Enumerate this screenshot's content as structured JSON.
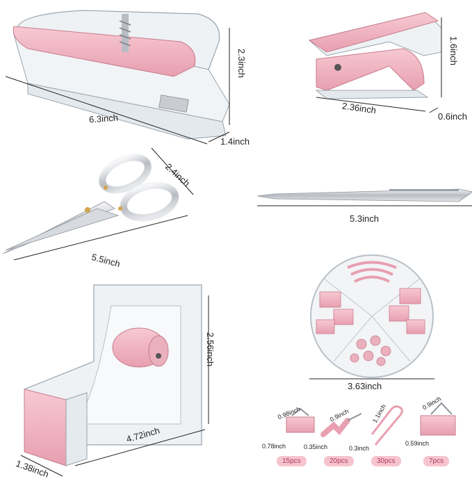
{
  "colors": {
    "pink": "#f3b8c4",
    "pink_dark": "#e59aaa",
    "acrylic": "#e9eef2",
    "silver": "#c9ccd1",
    "badge_bg": "#f6c4cf",
    "badge_text": "#b03a55"
  },
  "items": {
    "stapler": {
      "length": "6.3inch",
      "width": "1.4inch",
      "height": "2.3inch"
    },
    "remover": {
      "length": "2.36inch",
      "width": "0.6inch",
      "height": "1.6inch"
    },
    "scissors": {
      "length": "5.5inch",
      "width": "2.4inch"
    },
    "pen": {
      "length": "5.3inch"
    },
    "tape_dispenser": {
      "length": "4.72inch",
      "width": "1.38inch",
      "height": "2.56inch"
    },
    "organizer": {
      "diameter": "3.63inch"
    },
    "small_items": [
      {
        "name": "binder clip",
        "dim1": "0.98inch",
        "dim2": "0.78inch",
        "count": "15pcs"
      },
      {
        "name": "push pin",
        "dim1": "0.9inch",
        "dim2": "0.35inch",
        "count": "20pcs"
      },
      {
        "name": "paper clip",
        "dim1": "1.1inch",
        "dim2": "0.3inch",
        "count": "30pcs"
      },
      {
        "name": "large binder clip",
        "dim1": "0.9inch",
        "dim2": "0.59inch",
        "count": "7pcs"
      }
    ]
  }
}
